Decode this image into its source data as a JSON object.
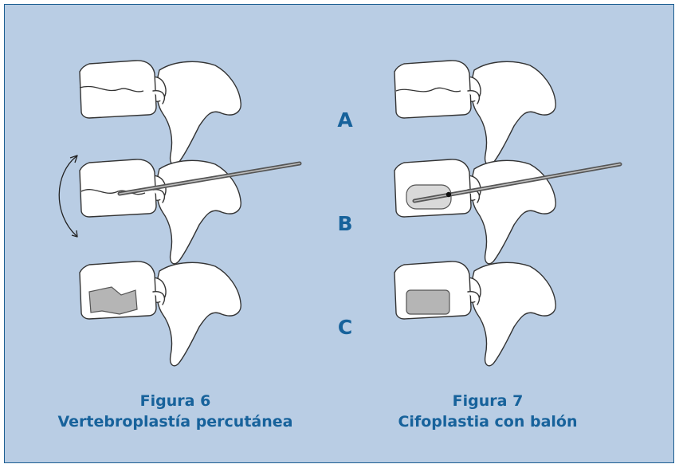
{
  "steps": [
    "A",
    "B",
    "C"
  ],
  "figures": [
    {
      "number": "Figura 6",
      "title": "Vertebroplastía percutánea"
    },
    {
      "number": "Figura 7",
      "title": "Cifoplastia con balón"
    }
  ],
  "colors": {
    "panel_background": "#b9cde4",
    "accent_text": "#17629b",
    "bone_fill": "#ffffff",
    "cement_fill": "#b5b5b5"
  }
}
